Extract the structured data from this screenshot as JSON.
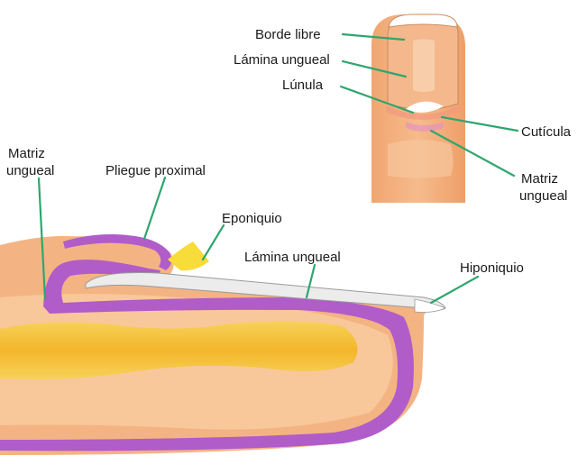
{
  "top_view": {
    "labels": {
      "borde_libre": "Borde libre",
      "lamina_ungueal": "Lámina ungueal",
      "lunula": "Lúnula",
      "cuticula": "Cutícula",
      "matriz_line1": "Matriz",
      "matriz_line2": "ungueal"
    }
  },
  "side_view": {
    "labels": {
      "matriz_line1": "Matriz",
      "matriz_line2": "ungueal",
      "pliegue_proximal": "Pliegue proximal",
      "eponiquio": "Eponiquio",
      "lamina_ungueal": "Lámina ungueal",
      "hiponiquio": "Hiponiquio"
    }
  },
  "colors": {
    "skin": "#f4b383",
    "skin_light": "#f9cfa8",
    "bone": "#f6c63a",
    "matrix": "#b05cc9",
    "nail_plate": "#e9e9e9",
    "leader_line": "#2ea66e"
  }
}
